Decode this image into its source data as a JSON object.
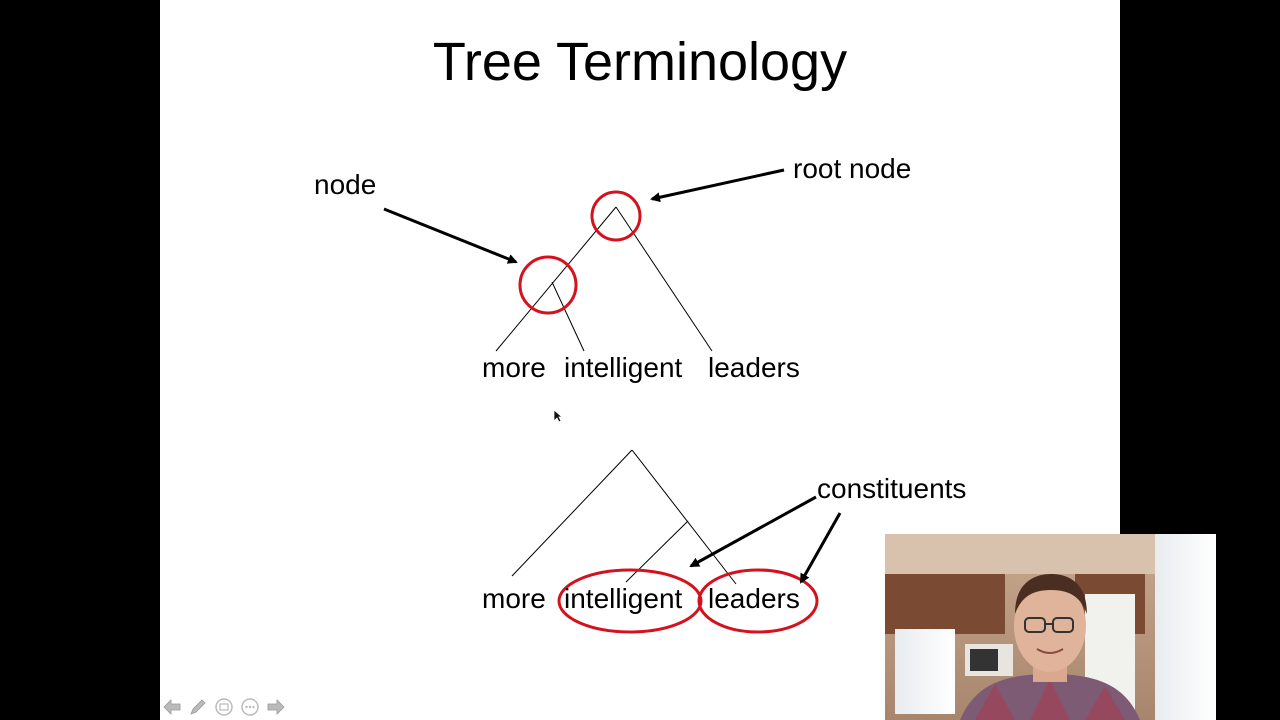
{
  "slide": {
    "title": "Tree Terminology",
    "top_tree": {
      "label_node": "node",
      "label_root": "root node",
      "words": [
        "more",
        "intelligent",
        "leaders"
      ]
    },
    "bottom_tree": {
      "label_constituents": "constituents",
      "words": [
        "more",
        "intelligent",
        "leaders"
      ]
    }
  },
  "controls": {
    "previous": "previous-slide",
    "pen": "pen-tool",
    "slides": "see-all-slides",
    "more": "more-options",
    "next": "next-slide"
  },
  "webcam": {
    "description_hidden": ""
  },
  "colors": {
    "accent_red": "#d4121e",
    "background": "#000000",
    "slide_bg": "#ffffff"
  }
}
